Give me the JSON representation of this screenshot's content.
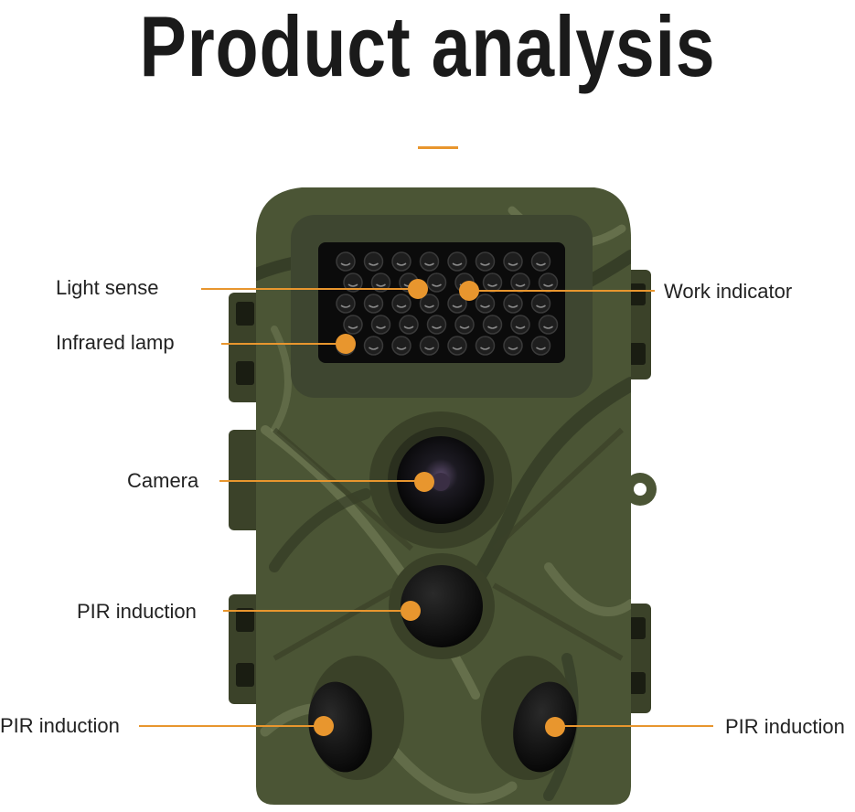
{
  "title": "Product analysis",
  "colors": {
    "accent": "#e8962e",
    "title": "#1a1a1a",
    "camo_base": "#4b5535",
    "camo_dark": "#2e3522",
    "camo_light": "#76805a",
    "lens_black": "#0d0d0d"
  },
  "callouts": {
    "light_sense": "Light sense",
    "infrared_lamp": "Infrared lamp",
    "work_indicator": "Work indicator",
    "camera": "Camera",
    "pir_center": "PIR induction",
    "pir_left": "PIR induction",
    "pir_right": "PIR induction"
  }
}
